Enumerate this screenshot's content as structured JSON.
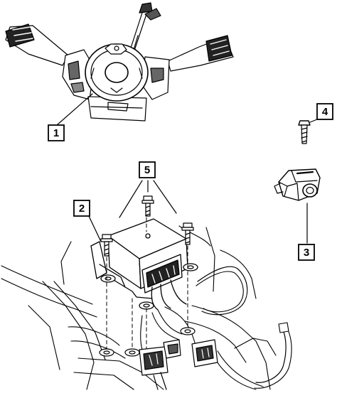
{
  "callouts": [
    {
      "id": "1",
      "label": "1"
    },
    {
      "id": "2",
      "label": "2"
    },
    {
      "id": "3",
      "label": "3"
    },
    {
      "id": "4",
      "label": "4"
    },
    {
      "id": "5",
      "label": "5"
    }
  ],
  "parts": {
    "clockspring_switch_assembly": "clockspring-multifunction-switch-icon",
    "control_module": "airbag-control-module-icon",
    "impact_sensor": "impact-sensor-icon",
    "sensor_screw": "screw-icon",
    "module_bolts": "bolt-icon"
  },
  "colors": {
    "line": "#000000",
    "background": "#ffffff"
  }
}
